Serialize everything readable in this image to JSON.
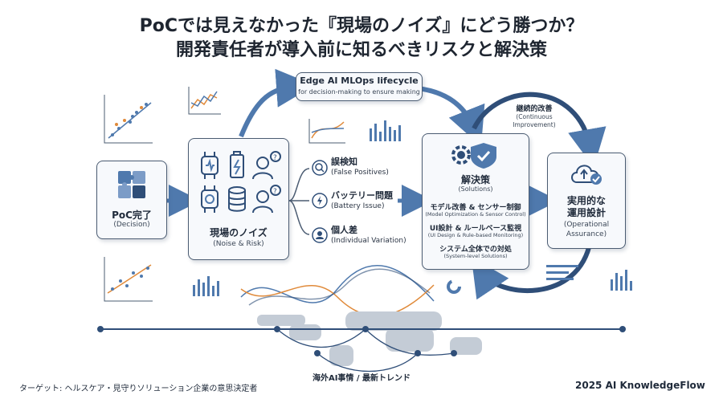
{
  "header": {
    "title_line1": "PoCでは見えなかった『現場のノイズ』にどう勝つか？",
    "title_line2": "開発責任者が導入前に知るべきリスクと解決策"
  },
  "lifecycle": {
    "title": "Edge AI MLOps lifecycle",
    "subtitle": "for decision-making to ensure making"
  },
  "cards": {
    "poc": {
      "title": "PoC完了",
      "subtitle": "(Decision)"
    },
    "noise": {
      "title": "現場のノイズ",
      "subtitle": "(Noise & Risk)"
    },
    "solutions": {
      "title": "解決策",
      "subtitle": "(Solutions)",
      "items": [
        {
          "title": "モデル改善 & センサー制御",
          "subtitle": "(Model Optimization & Sensor Control)"
        },
        {
          "title": "UI設計 & ルールベース監視",
          "subtitle": "(UI Design & Rule-based Monitoring)"
        },
        {
          "title": "システム全体での対処",
          "subtitle": "(System-level Solutions)"
        }
      ]
    },
    "operations": {
      "title_line1": "実用的な",
      "title_line2": "運用設計",
      "subtitle_line1": "(Operational",
      "subtitle_line2": "Assurance)"
    }
  },
  "risks": [
    {
      "title": "誤検知",
      "subtitle": "(False Positives)"
    },
    {
      "title": "バッテリー問題",
      "subtitle": "(Battery Issue)"
    },
    {
      "title": "個人差",
      "subtitle": "(Individual Variation)"
    }
  ],
  "improvement": {
    "title": "継続的改善",
    "subtitle_line1": "(Continuous",
    "subtitle_line2": "Improvement)"
  },
  "map_caption": "海外AI事情 / 最新トレンド",
  "footer": {
    "target": "ターゲット: ヘルスケア・見守りソリューション企業の意思決定者",
    "brand": "2025 AI KnowledgeFlow"
  },
  "colors": {
    "accent": "#4f79ad",
    "dark": "#2f4e78",
    "orange": "#e08a3a",
    "card_border": "#4b5c72"
  }
}
